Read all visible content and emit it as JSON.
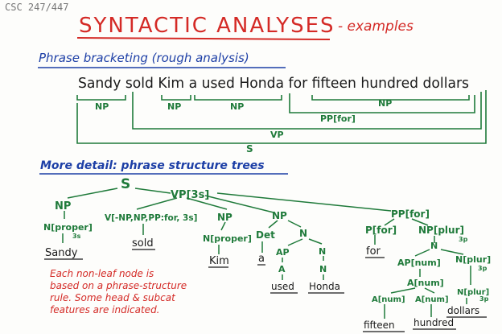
{
  "course": "CSC 247/447",
  "title": "SYNTACTIC ANALYSES",
  "title_suffix": "- examples",
  "section1": "Phrase bracketing (rough analysis)",
  "sentence": "Sandy sold Kim a used Honda for fifteen hundred dollars",
  "bracket_labels": {
    "np_sandy": "NP",
    "np_kim": "NP",
    "np_honda": "NP",
    "np_dollars": "NP",
    "pp_for": "PP[for]",
    "vp": "VP",
    "s": "S"
  },
  "section2": "More detail: phrase structure trees",
  "tree": {
    "s": "S",
    "np_subj": "NP",
    "vp": "VP[3s]",
    "n_proper_sandy": "N[proper]",
    "sandy_feat": "3s",
    "sandy": "Sandy",
    "v": "V[-NP,NP,PP:for, 3s]",
    "sold": "sold",
    "np_kim": "NP",
    "n_proper_kim": "N[proper]",
    "kim": "Kim",
    "np_obj": "NP",
    "det": "Det",
    "a": "a",
    "n_obj": "N",
    "ap": "AP",
    "a_used": "A",
    "used": "used",
    "n_honda": "N",
    "honda": "Honda",
    "pp": "PP[for]",
    "p": "P[for]",
    "for": "for",
    "np_plur": "NP[plur]",
    "np_plur_feat": "3p",
    "n_mid": "N",
    "ap_num": "AP[num]",
    "n_plur": "N[plur]",
    "n_plur_feat": "3p",
    "a_num": "A[num]",
    "a_num_left": "A[num]",
    "a_num_right": "A[num]",
    "n_plur2": "N[plur]",
    "n_plur2_feat": "3p",
    "dollars": "dollars",
    "fifteen": "fifteen",
    "hundred": "hundred"
  },
  "note": [
    "Each non-leaf node is",
    "based on a phrase-structure",
    "rule. Some head & subcat",
    "features are indicated."
  ],
  "colors": {
    "red": "#d42a26",
    "blue": "#1d3fa6",
    "green": "#1f7a3a",
    "black": "#1a1a1a",
    "gray": "#777777"
  }
}
